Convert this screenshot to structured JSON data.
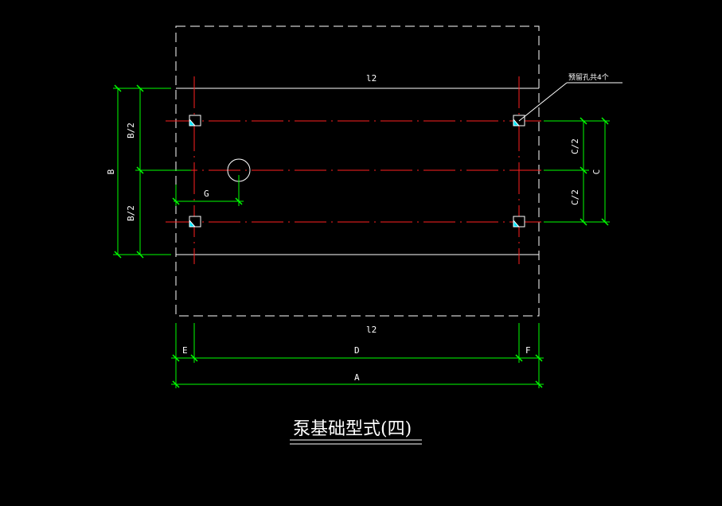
{
  "drawing": {
    "title": "泵基础型式(四)",
    "note": "预留孔共4个",
    "labels": {
      "l2_top": "l2",
      "l2_bottom": "l2",
      "B": "B",
      "B_half_top": "B/2",
      "B_half_bottom": "B/2",
      "C": "C",
      "C_half_top": "C/2",
      "C_half_bottom": "C/2",
      "G": "G",
      "E": "E",
      "D": "D",
      "F": "F",
      "A": "A"
    }
  },
  "colors": {
    "background": "#000000",
    "outline": "#ffffff",
    "centerline": "#ff2020",
    "dimension": "#00ff00",
    "hole_fill": "#00e5ff"
  }
}
